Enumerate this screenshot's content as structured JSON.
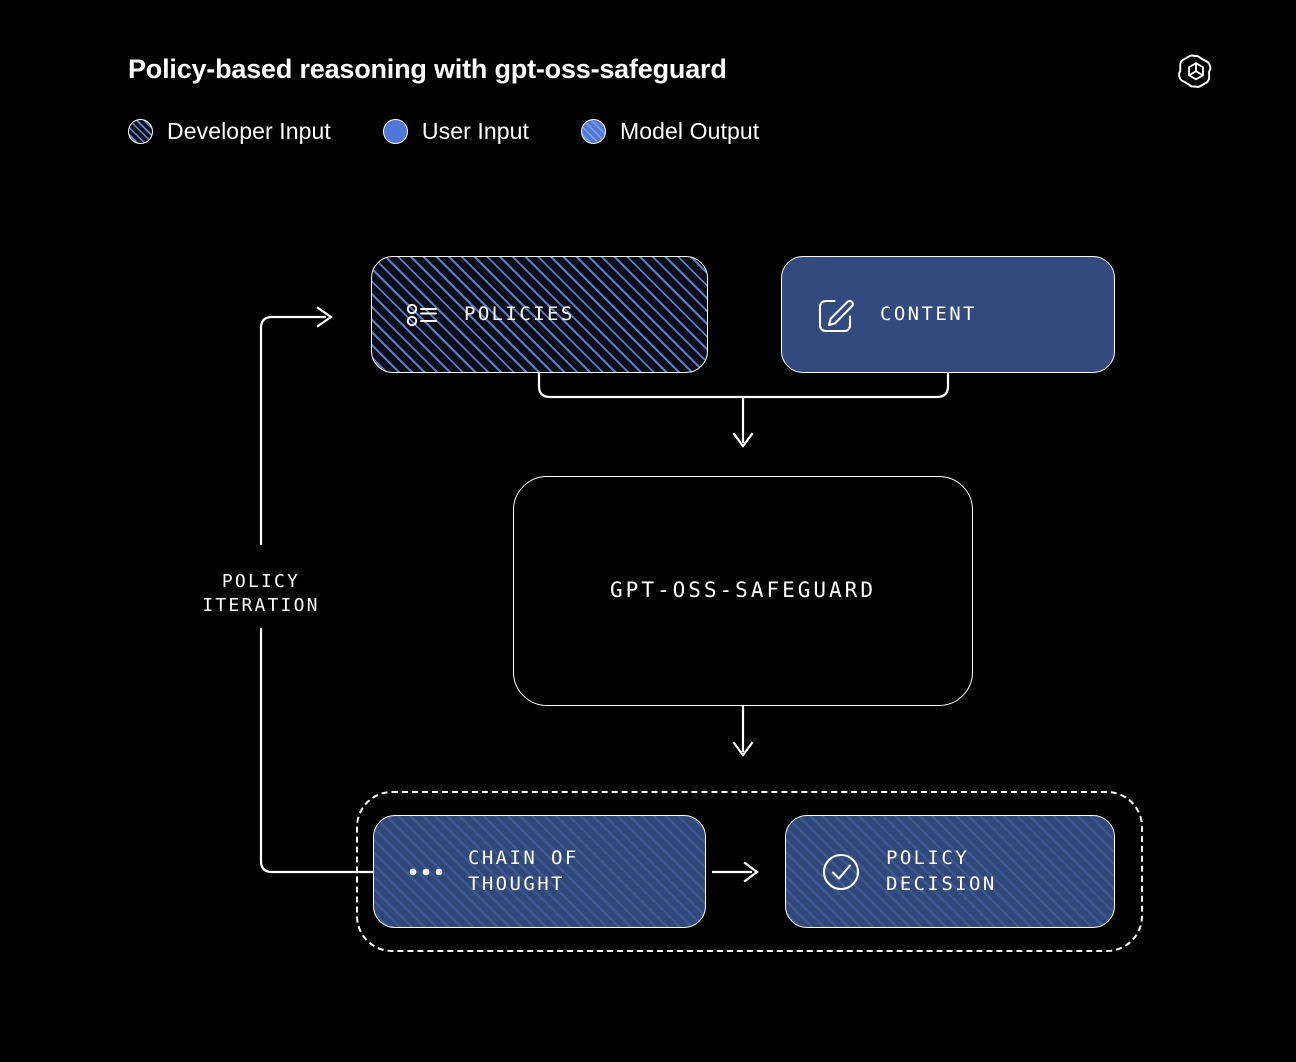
{
  "header": {
    "title": "Policy-based reasoning with gpt-oss-safeguard",
    "logo_icon": "openai-logo-icon"
  },
  "legend": {
    "items": [
      {
        "label": "Developer Input",
        "swatch": "hatched-dark-circle",
        "color": "#05070d",
        "stripe_color": "#6f8fd0"
      },
      {
        "label": "User Input",
        "swatch": "solid-blue-circle",
        "color": "#4f76d8",
        "stripe_color": ""
      },
      {
        "label": "Model Output",
        "swatch": "hatched-blue-circle",
        "color": "#4f76d8",
        "stripe_color": "#7e9ce6"
      }
    ]
  },
  "diagram": {
    "nodes": {
      "policies": {
        "label": "POLICIES",
        "icon": "list-bullet-icon",
        "style": "developer-input"
      },
      "content": {
        "label": "CONTENT",
        "icon": "edit-square-icon",
        "style": "user-input"
      },
      "safeguard": {
        "label": "GPT-OSS-SAFEGUARD",
        "icon": "",
        "style": "model"
      },
      "chain_of_thought": {
        "label": "CHAIN OF\nTHOUGHT",
        "icon": "ellipsis-icon",
        "style": "model-output"
      },
      "policy_decision": {
        "label": "POLICY\nDECISION",
        "icon": "check-circle-icon",
        "style": "model-output"
      }
    },
    "feedback_label": "POLICY\nITERATION",
    "colors": {
      "background": "#000000",
      "stroke": "#ffffff",
      "user_input_blue": "#324a7e",
      "legend_blue": "#4f76d8",
      "hatch_dark": "#05070d"
    }
  }
}
